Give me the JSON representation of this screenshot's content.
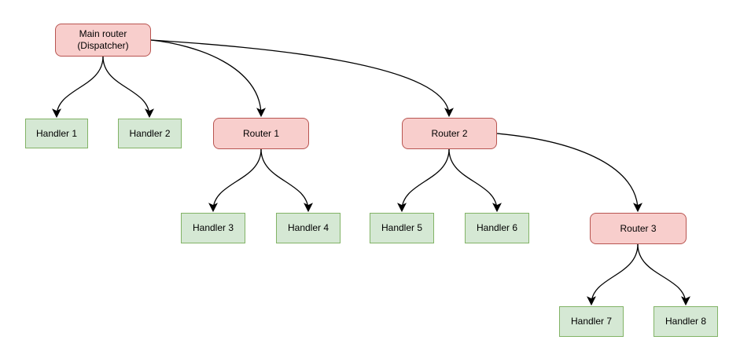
{
  "diagram": {
    "type": "flowchart-tree",
    "background_color": "#ffffff",
    "edge_color": "#000000",
    "styles": {
      "router": {
        "fill": "#f8cecc",
        "border": "#b85450",
        "shape": "rounded-rectangle"
      },
      "handler": {
        "fill": "#d5e8d4",
        "border": "#82b366",
        "shape": "rectangle"
      }
    },
    "nodes": {
      "main": {
        "line1": "Main router",
        "line2": "(Dispatcher)",
        "kind": "router"
      },
      "h1": {
        "label": "Handler 1",
        "kind": "handler"
      },
      "h2": {
        "label": "Handler 2",
        "kind": "handler"
      },
      "r1": {
        "label": "Router 1",
        "kind": "router"
      },
      "r2": {
        "label": "Router 2",
        "kind": "router"
      },
      "h3": {
        "label": "Handler 3",
        "kind": "handler"
      },
      "h4": {
        "label": "Handler 4",
        "kind": "handler"
      },
      "h5": {
        "label": "Handler 5",
        "kind": "handler"
      },
      "h6": {
        "label": "Handler 6",
        "kind": "handler"
      },
      "r3": {
        "label": "Router 3",
        "kind": "router"
      },
      "h7": {
        "label": "Handler 7",
        "kind": "handler"
      },
      "h8": {
        "label": "Handler 8",
        "kind": "handler"
      }
    },
    "edges": [
      {
        "from": "Main router (Dispatcher)",
        "to": "Handler 1"
      },
      {
        "from": "Main router (Dispatcher)",
        "to": "Handler 2"
      },
      {
        "from": "Main router (Dispatcher)",
        "to": "Router 1"
      },
      {
        "from": "Main router (Dispatcher)",
        "to": "Router 2"
      },
      {
        "from": "Router 1",
        "to": "Handler 3"
      },
      {
        "from": "Router 1",
        "to": "Handler 4"
      },
      {
        "from": "Router 2",
        "to": "Handler 5"
      },
      {
        "from": "Router 2",
        "to": "Handler 6"
      },
      {
        "from": "Router 2",
        "to": "Router 3"
      },
      {
        "from": "Router 3",
        "to": "Handler 7"
      },
      {
        "from": "Router 3",
        "to": "Handler 8"
      }
    ]
  }
}
